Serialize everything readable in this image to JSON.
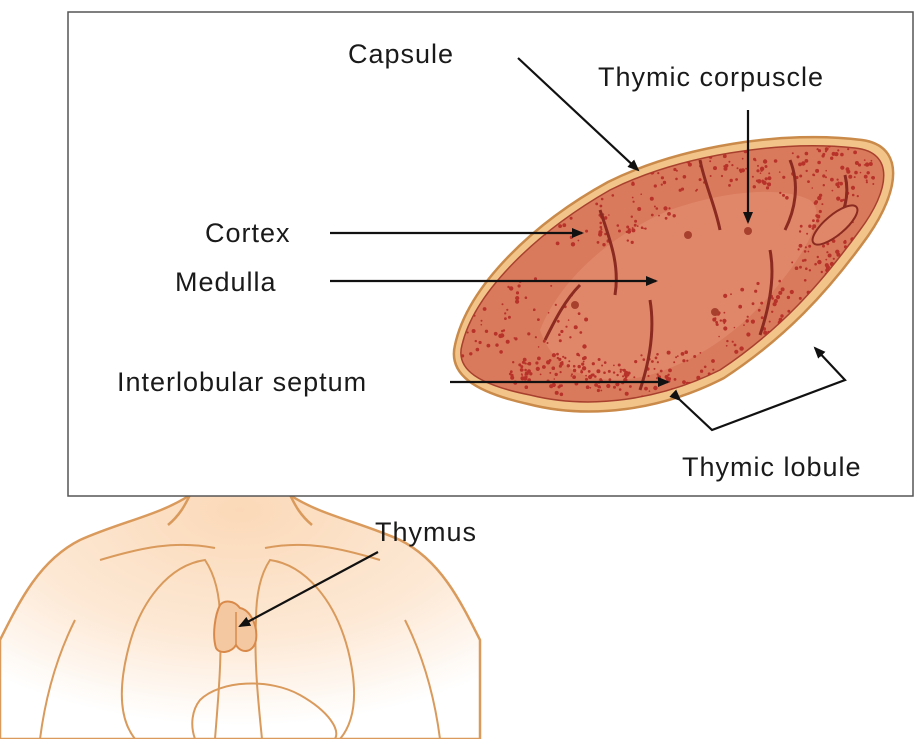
{
  "labels": {
    "capsule": "Capsule",
    "thymic_corpuscle": "Thymic corpuscle",
    "cortex": "Cortex",
    "medulla": "Medulla",
    "interlobular_septum": "Interlobular septum",
    "thymic_lobule": "Thymic lobule",
    "thymus": "Thymus"
  },
  "colors": {
    "capsule_outline": "#c98a4a",
    "capsule_fill": "#f2c48a",
    "tissue_fill": "#d97a5c",
    "medulla_fill": "#e0876a",
    "cortex_speckle": "#b8322a",
    "body_outline": "#d99a5c",
    "body_fill": "#fde9d6",
    "frame_border": "#555555"
  }
}
